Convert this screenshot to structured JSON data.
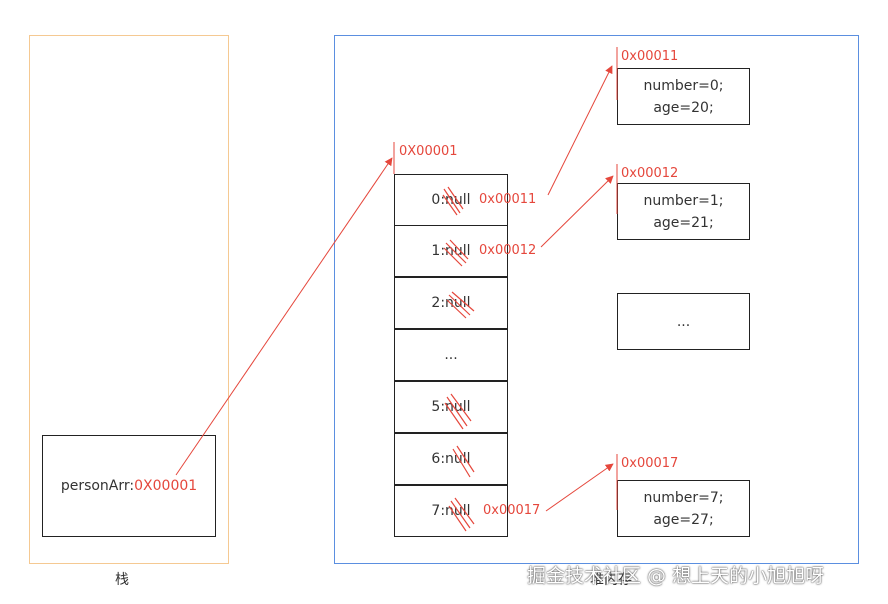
{
  "stack": {
    "label": "栈",
    "variable": {
      "name": "personArr:",
      "value": "0X00001"
    }
  },
  "heap": {
    "label": "堆内存",
    "array": {
      "address": "0X00001",
      "cells": [
        "0:null",
        "1:null",
        "2:null",
        "...",
        "5:null",
        "6:null",
        "7:null"
      ],
      "references": [
        {
          "cell": "0:null",
          "value": "0x00011"
        },
        {
          "cell": "1:null",
          "value": "0x00012"
        },
        {
          "cell": "7:null",
          "value": "0x00017"
        }
      ]
    },
    "objects": [
      {
        "address": "0x00011",
        "lines": [
          "number=0;",
          "age=20;"
        ]
      },
      {
        "address": "0x00012",
        "lines": [
          "number=1;",
          "age=21;"
        ]
      },
      {
        "address": "",
        "lines": [
          "..."
        ]
      },
      {
        "address": "0x00017",
        "lines": [
          "number=7;",
          "age=27;"
        ]
      }
    ]
  },
  "colors": {
    "reference": "#e5473c",
    "stack_border": "#f5c992",
    "heap_border": "#5b8fe0"
  },
  "watermark": "掘金技术社区 @ 想上天的小旭旭呀"
}
